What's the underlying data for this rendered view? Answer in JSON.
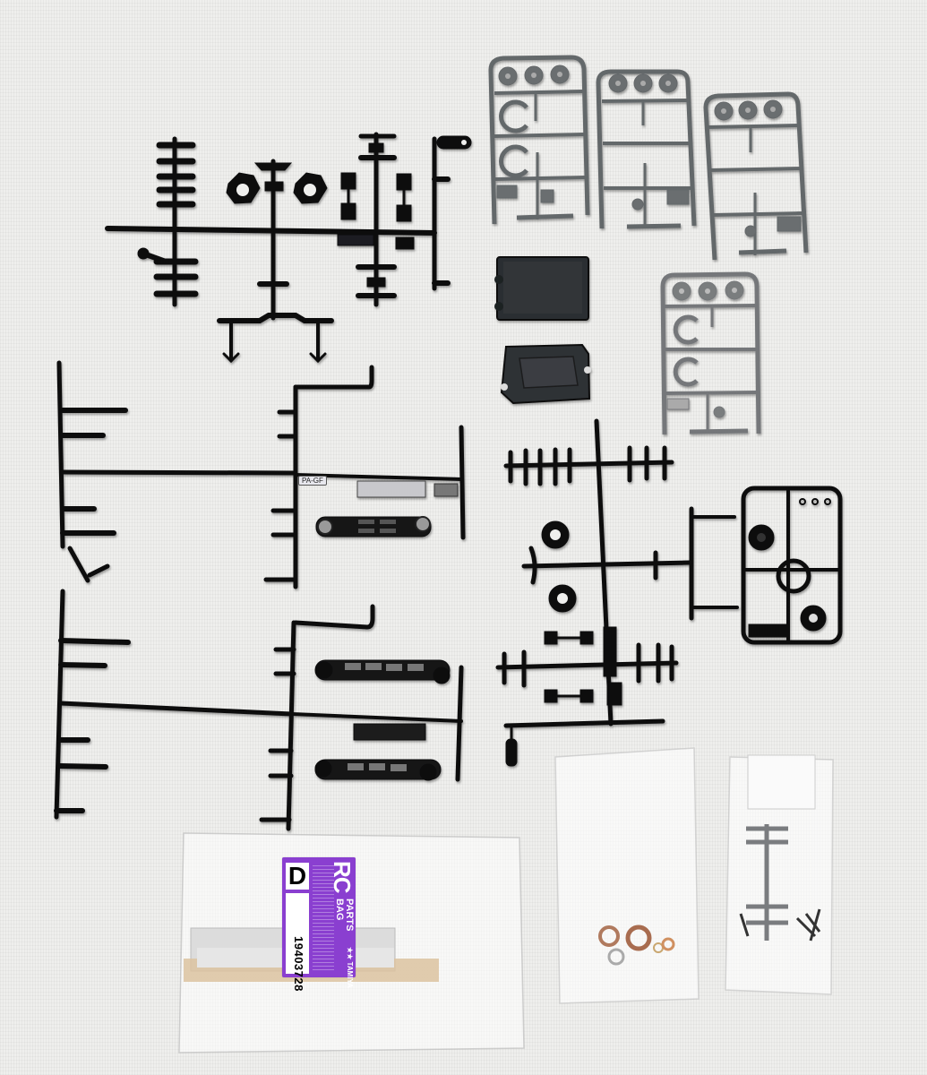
{
  "scene": {
    "description": "Tamiya RC model kit parts laid out on a white textured cloth: black plastic sprues, gray plastic sprues, two black receiver/battery boxes, and clear bags with metal hardware and a labeled parts bag",
    "background_color": "#efefed"
  },
  "parts_label": {
    "letter": "D",
    "title_big": "RC",
    "title_small_1": "PARTS",
    "title_small_2": "BAG",
    "code": "19403728",
    "brand": "TAMIYA",
    "color": "#8a3fd0"
  },
  "runner_tags": {
    "material": "PA-GF"
  },
  "objects": [
    {
      "name": "black-sprue-top-left",
      "color": "#0d0d0f"
    },
    {
      "name": "gray-sprue-1",
      "color": "#6b6e6f"
    },
    {
      "name": "gray-sprue-2",
      "color": "#6b6e6f"
    },
    {
      "name": "gray-sprue-3",
      "color": "#6b6e6f"
    },
    {
      "name": "gray-sprue-4",
      "color": "#7a7d7e"
    },
    {
      "name": "black-box-lid",
      "color": "#2a2d31"
    },
    {
      "name": "black-box-base",
      "color": "#2f3236"
    },
    {
      "name": "black-sprue-left-upper",
      "color": "#0d0d0f"
    },
    {
      "name": "black-sprue-left-lower",
      "color": "#0d0d0f"
    },
    {
      "name": "black-sprue-right-center",
      "color": "#0d0d0f"
    },
    {
      "name": "black-sprue-frame-right",
      "color": "#0d0d0f"
    },
    {
      "name": "bag-parts-D",
      "color": "#e6e6e6"
    },
    {
      "name": "bag-washers",
      "color": "#f0f0f0"
    },
    {
      "name": "bag-screws",
      "color": "#e8e8e8"
    }
  ]
}
